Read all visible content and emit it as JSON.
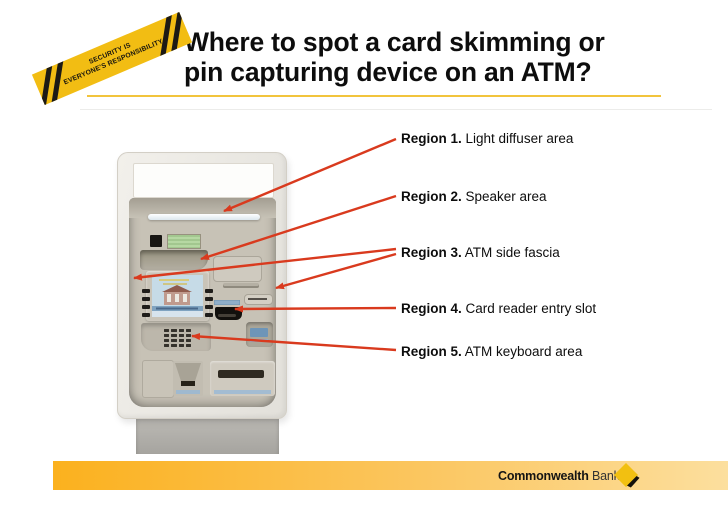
{
  "banner": {
    "line1": "SECURITY IS",
    "line2": "EVERYONE'S RESPONSIBILITY"
  },
  "title": {
    "line1": "Where to spot a card skimming or",
    "line2": "pin capturing device on an ATM?"
  },
  "regions": [
    {
      "label": "Region 1.",
      "text": " Light diffuser area"
    },
    {
      "label": "Region 2.",
      "text": " Speaker area"
    },
    {
      "label": "Region 3.",
      "text": " ATM side fascia"
    },
    {
      "label": "Region 4.",
      "text": " Card reader entry slot"
    },
    {
      "label": "Region 5.",
      "text": " ATM keyboard area"
    }
  ],
  "footer": {
    "brand_bold": "Commonwealth",
    "brand_regular": "Bank"
  },
  "colors": {
    "arrow_red": "#D93A1E",
    "banner_yellow": "#F2BD13",
    "title_underline": "#F2C43C",
    "footer_gradient_left": "#FBB11E",
    "footer_gradient_right": "#FCDF9E",
    "logo_diamond_yellow": "#F2C011",
    "atm_fascia_gray": "#C7C2B6"
  }
}
